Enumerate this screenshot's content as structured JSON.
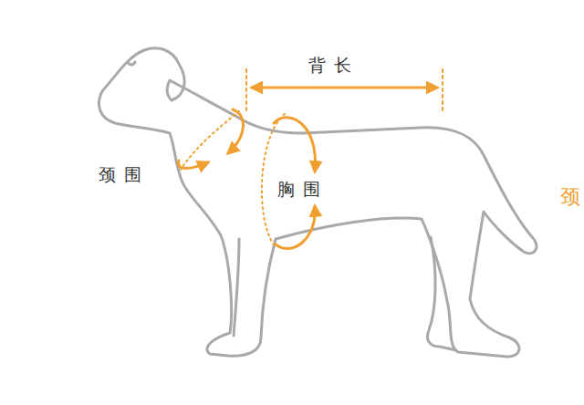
{
  "diagram": {
    "labels": [
      "背长",
      "颈围",
      "胸围",
      "颈"
    ]
  }
}
